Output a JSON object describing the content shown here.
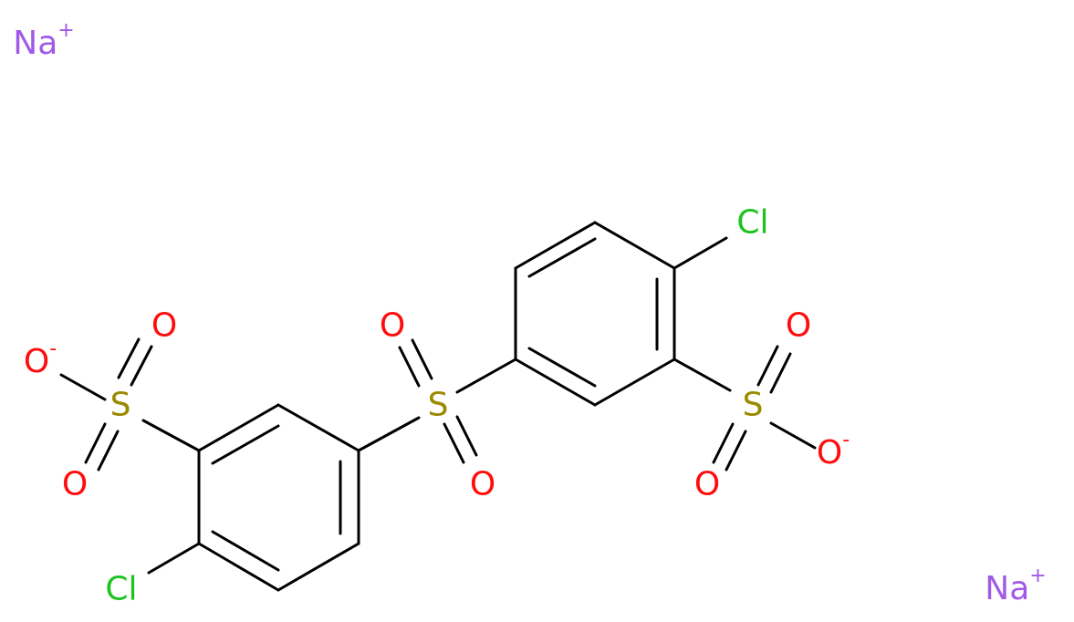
{
  "molecule": {
    "atoms": {
      "na1": {
        "symbol": "Na",
        "charge": "+",
        "color": "#a05ae6"
      },
      "na2": {
        "symbol": "Na",
        "charge": "+",
        "color": "#a05ae6"
      },
      "cl_left": {
        "symbol": "Cl",
        "color": "#1ec31e"
      },
      "cl_right": {
        "symbol": "Cl",
        "color": "#1ec31e"
      },
      "s_left": {
        "symbol": "S",
        "color": "#9b8a00"
      },
      "s_center": {
        "symbol": "S",
        "color": "#9b8a00"
      },
      "s_right": {
        "symbol": "S",
        "color": "#9b8a00"
      },
      "o_left_minus": {
        "symbol": "O",
        "charge": "-",
        "color": "#ff0d0d"
      },
      "o_left_top": {
        "symbol": "O",
        "color": "#ff0d0d"
      },
      "o_left_bottom": {
        "symbol": "O",
        "color": "#ff0d0d"
      },
      "o_center_top": {
        "symbol": "O",
        "color": "#ff0d0d"
      },
      "o_center_bottom": {
        "symbol": "O",
        "color": "#ff0d0d"
      },
      "o_right_top": {
        "symbol": "O",
        "color": "#ff0d0d"
      },
      "o_right_bottom": {
        "symbol": "O",
        "color": "#ff0d0d"
      },
      "o_right_minus": {
        "symbol": "O",
        "charge": "-",
        "color": "#ff0d0d"
      }
    },
    "bond_color": "#000000"
  }
}
